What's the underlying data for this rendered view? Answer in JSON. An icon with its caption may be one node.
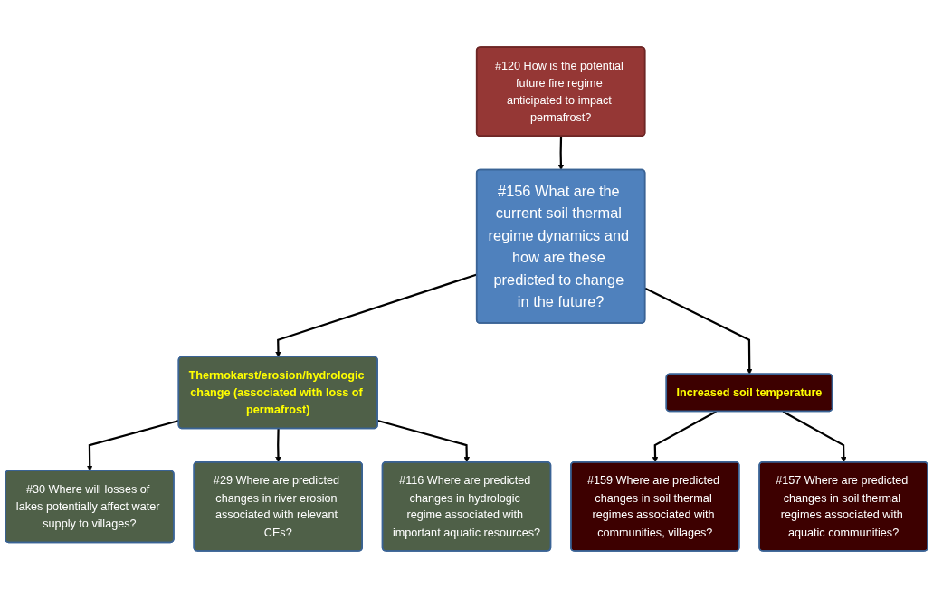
{
  "diagram": {
    "nodes": [
      {
        "text": [
          "#156 What are the current soil thermal regime dynamics and how are these predicted to change in the future?"
        ]
      },
      {
        "text": [
          "#120 How is the potential future fire regime anticipated to impact permafrost?"
        ]
      },
      {
        "text": [
          "Thermokarst/erosion/hydrologic change (associated with loss of permafrost)"
        ]
      },
      {
        "text": [
          "Increased soil temperature"
        ]
      },
      {
        "text": [
          "#30 Where will losses of lakes potentially affect water supply to villages?"
        ]
      },
      {
        "text": [
          "#29 Where are predicted changes in river erosion associated with relevant CEs?"
        ]
      },
      {
        "text": [
          "#116 Where are predicted changes in hydrologic regime associated with important aquatic resources?"
        ]
      },
      {
        "text": [
          "#159 Where are predicted changes in soil thermal regimes associated with communities, villages?"
        ]
      },
      {
        "text": [
          "#157 Where are predicted changes in soil thermal regimes associated with aquatic communities?"
        ]
      }
    ],
    "edges": [
      {
        "from": 1,
        "to": 0,
        "arrow": "to"
      },
      {
        "from": 0,
        "to": 2,
        "arrow": "to"
      },
      {
        "from": 0,
        "to": 3,
        "arrow": "to"
      },
      {
        "from": 2,
        "to": 4,
        "arrow": "to"
      },
      {
        "from": 2,
        "to": 5,
        "arrow": "to"
      },
      {
        "from": 2,
        "to": 6,
        "arrow": "to"
      },
      {
        "from": 3,
        "to": 7,
        "arrow": "to"
      },
      {
        "from": 3,
        "to": 8,
        "arrow": "to"
      }
    ]
  }
}
